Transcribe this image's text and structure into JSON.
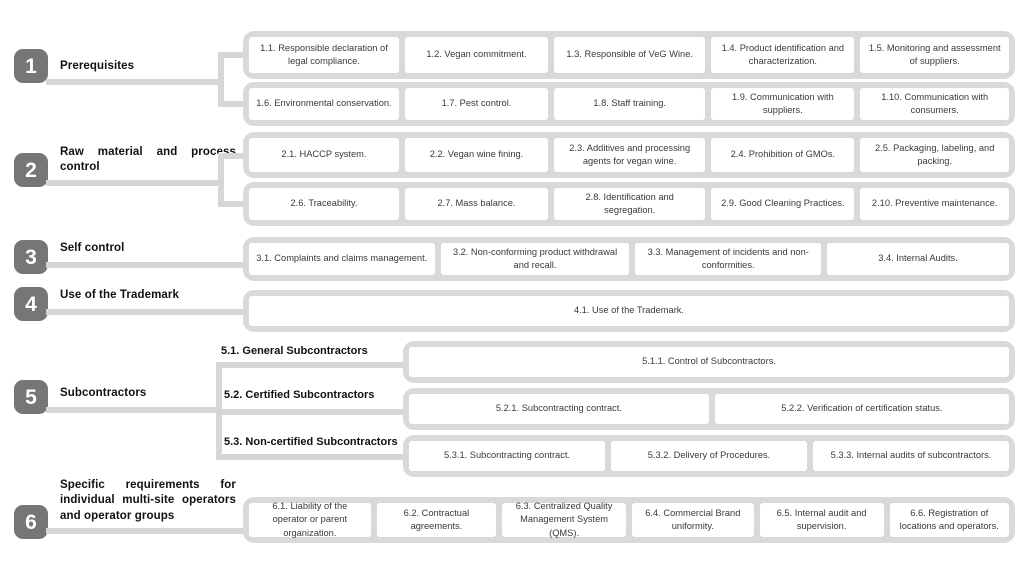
{
  "diagram": {
    "title_colors": {
      "badge_bg": "#767676",
      "connector": "#d6d6d6",
      "row_bg": "#d9d9d9",
      "cell_bg": "#ffffff"
    },
    "sections": [
      {
        "number": "1",
        "title": "Prerequisites",
        "rows": [
          [
            "1.1. Responsible declaration of legal compliance.",
            "1.2. Vegan commitment.",
            "1.3. Responsible of VeG Wine.",
            "1.4. Product identification and characterization.",
            "1.5. Monitoring and assessment of suppliers."
          ],
          [
            "1.6. Environmental conservation.",
            "1.7. Pest control.",
            "1.8. Staff training.",
            "1.9. Communication with suppliers.",
            "1.10. Communication with consumers."
          ]
        ]
      },
      {
        "number": "2",
        "title": "Raw material and process control",
        "rows": [
          [
            "2.1. HACCP system.",
            "2.2. Vegan wine fining.",
            "2.3. Additives and processing agents for vegan wine.",
            "2.4. Prohibition of GMOs.",
            "2.5. Packaging, labeling, and packing."
          ],
          [
            "2.6. Traceability.",
            "2.7. Mass balance.",
            "2.8. Identification and segregation.",
            "2.9. Good Cleaning Practices.",
            "2.10. Preventive maintenance."
          ]
        ]
      },
      {
        "number": "3",
        "title": "Self control",
        "rows": [
          [
            "3.1. Complaints and claims management.",
            "3.2. Non-conforming product withdrawal and recall.",
            "3.3. Management of incidents and non-conformities.",
            "3.4.   Internal Audits."
          ]
        ]
      },
      {
        "number": "4",
        "title": "Use of the Trademark",
        "rows": [
          [
            "4.1. Use of the Trademark."
          ]
        ]
      },
      {
        "number": "5",
        "title": "Subcontractors",
        "subgroups": [
          {
            "label": "5.1. General Subcontractors",
            "cells": [
              "5.1.1. Control of Subcontractors."
            ]
          },
          {
            "label": "5.2. Certified Subcontractors",
            "cells": [
              "5.2.1. Subcontracting contract.",
              "5.2.2. Verification of certification status."
            ]
          },
          {
            "label": "5.3. Non-certified Subcontractors",
            "cells": [
              "5.3.1. Subcontracting contract.",
              "5.3.2. Delivery of Procedures.",
              "5.3.3. Internal audits of subcontractors."
            ]
          }
        ]
      },
      {
        "number": "6",
        "title": "Specific requirements for individual multi-site operators and operator groups",
        "rows": [
          [
            "6.1. Liability of the operator or parent organization.",
            "6.2. Contractual agreements.",
            "6.3. Centralized Quality Management System (QMS).",
            "6.4. Commercial Brand uniformity.",
            "6.5. Internal audit and supervision.",
            "6.6. Registration of locations and operators."
          ]
        ]
      }
    ]
  }
}
